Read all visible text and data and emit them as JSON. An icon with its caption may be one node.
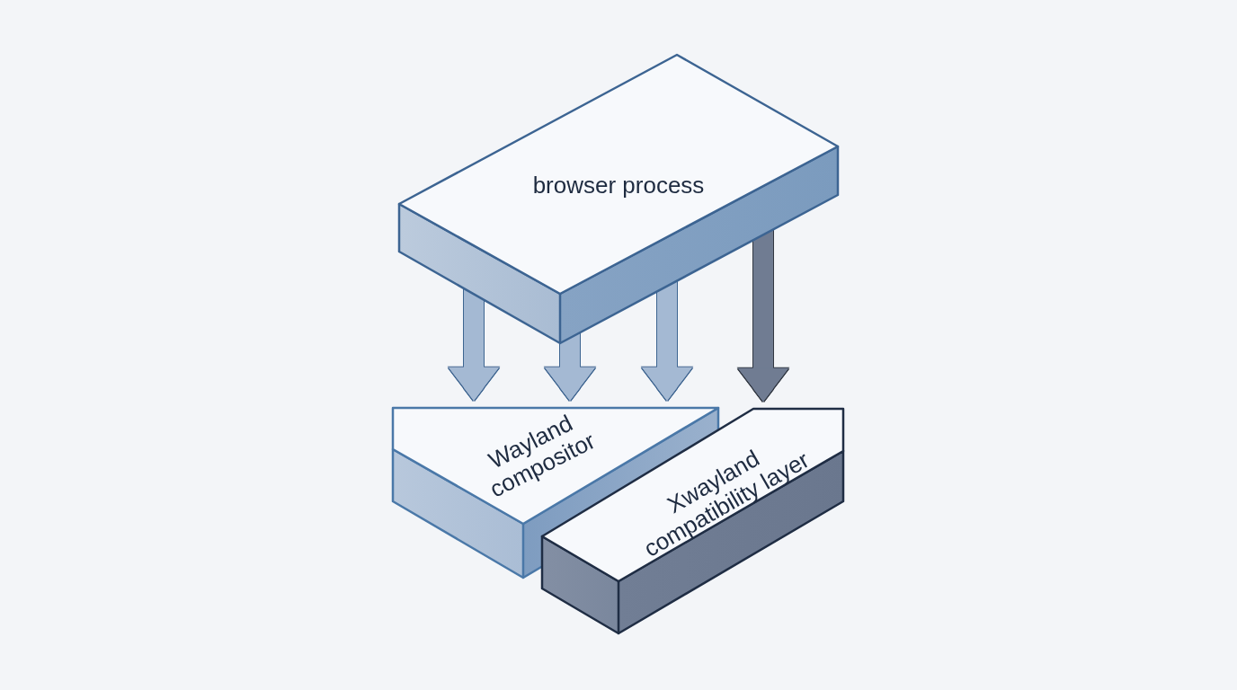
{
  "diagram": {
    "nodes": [
      {
        "text": [
          "browser process"
        ]
      },
      {
        "text": [
          "Wayland compositor"
        ]
      },
      {
        "text": [
          "Xwayland compatibility layer"
        ]
      }
    ],
    "edges": [
      {
        "from": 0,
        "to": 1,
        "arrow": "to"
      },
      {
        "from": 0,
        "to": 1,
        "arrow": "to"
      },
      {
        "from": 0,
        "to": 1,
        "arrow": "to"
      },
      {
        "from": 0,
        "to": 2,
        "arrow": "to",
        "color": "#6f7c92"
      }
    ]
  }
}
